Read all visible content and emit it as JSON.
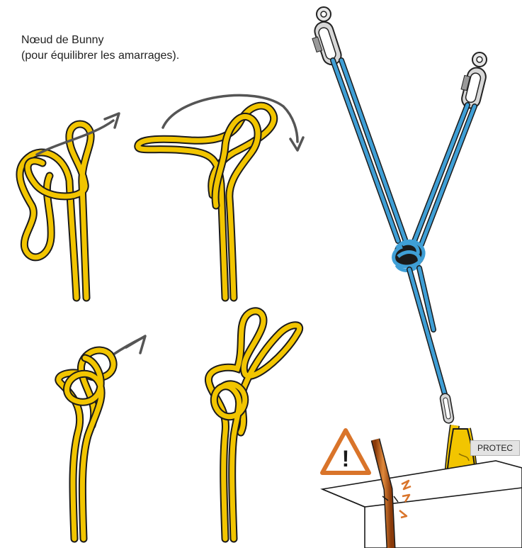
{
  "caption": {
    "line1": "Nœud de Bunny",
    "line2": "(pour équilibrer les amarrages)."
  },
  "protector_label": "PROTEC",
  "warning_symbol": "!",
  "icons": [
    "warning-icon",
    "carabiner-icon",
    "anchor-ring-icon",
    "curved-arrow-icon",
    "spark-icon"
  ],
  "colors": {
    "yellow_rope": "#f2c500",
    "yellow_rope_outline": "#1a1a1a",
    "blue_rope": "#3f9fd6",
    "warning_orange": "#d9742a",
    "arrow_gray": "#555555",
    "steel": "#cfcfcf"
  }
}
